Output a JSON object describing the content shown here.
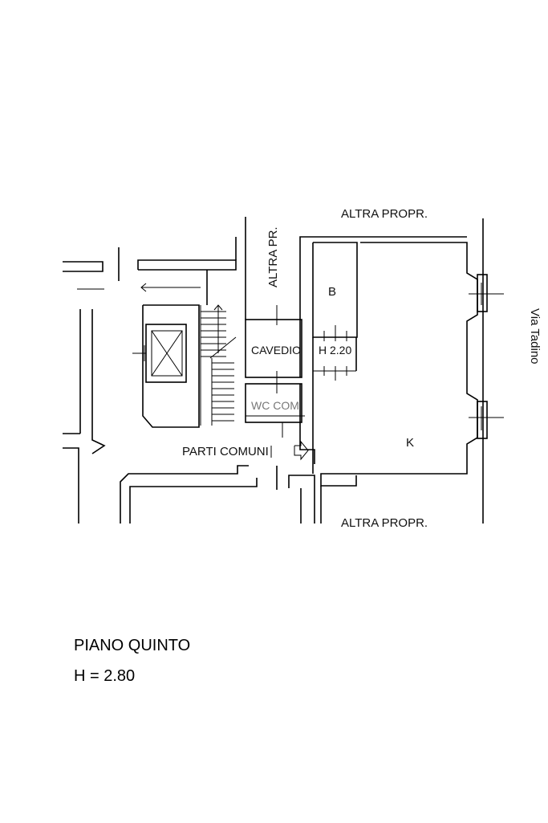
{
  "labels": {
    "north_neighbor": "ALTRA PROPR.",
    "south_neighbor": "ALTRA PROPR.",
    "west_neighbor": "ALTRA PR.",
    "street": "Via Tadino",
    "bathroom": "B",
    "kitchen": "K",
    "light_well": "CAVEDIO",
    "low_ceiling": "H 2.20",
    "common_wc": "WC COM",
    "common_parts": "PARTI COMUNI"
  },
  "caption": {
    "floor_name": "PIANO QUINTO",
    "floor_height": "H = 2.80"
  }
}
